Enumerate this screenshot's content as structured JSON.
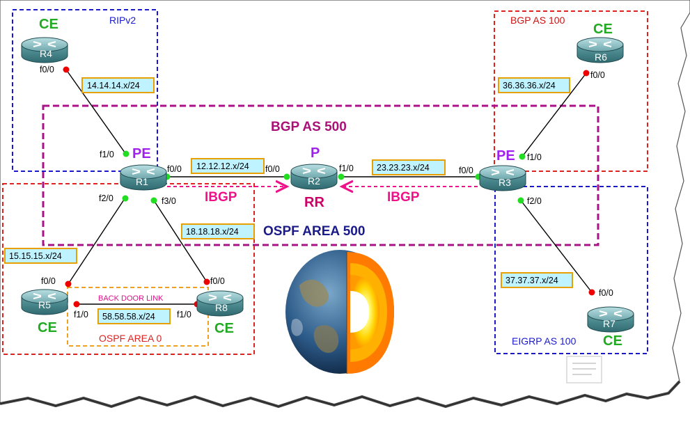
{
  "regions": {
    "ripv2": "RIPv2",
    "bgp_as_100": "BGP AS 100",
    "bgp_as_500": "BGP AS 500",
    "ospf_area_500": "OSPF AREA 500",
    "ospf_area_0": "OSPF AREA 0",
    "eigrp_as_100": "EIGRP AS 100",
    "back_door_link": "BACK DOOR LINK"
  },
  "routers": {
    "r1": {
      "name": "R1",
      "role": "PE"
    },
    "r2": {
      "name": "R2",
      "role": "P",
      "role2": "RR"
    },
    "r3": {
      "name": "R3",
      "role": "PE"
    },
    "r4": {
      "name": "R4",
      "role": "CE"
    },
    "r5": {
      "name": "R5",
      "role": "CE"
    },
    "r6": {
      "name": "R6",
      "role": "CE"
    },
    "r7": {
      "name": "R7",
      "role": "CE"
    },
    "r8": {
      "name": "R8",
      "role": "CE"
    }
  },
  "networks": {
    "r1_r4": "14.14.14.x/24",
    "r1_r2": "12.12.12.x/24",
    "r2_r3": "23.23.23.x/24",
    "r3_r6": "36.36.36.x/24",
    "r1_r8": "18.18.18.x/24",
    "r1_r5": "15.15.15.x/24",
    "r5_r8": "58.58.58.x/24",
    "r3_r7": "37.37.37.x/24"
  },
  "interfaces": {
    "r4_f00": "f0/0",
    "r1_f10": "f1/0",
    "r1_f00": "f0/0",
    "r1_f20": "f2/0",
    "r1_f30": "f3/0",
    "r2_f00": "f0/0",
    "r2_f10": "f1/0",
    "r3_f00": "f0/0",
    "r3_f10": "f1/0",
    "r3_f20": "f2/0",
    "r6_f00": "f0/0",
    "r7_f00": "f0/0",
    "r5_f00": "f0/0",
    "r5_f10": "f1/0",
    "r8_f00": "f0/0",
    "r8_f10": "f1/0"
  },
  "sessions": {
    "ibgp_left": "IBGP",
    "ibgp_right": "IBGP"
  },
  "colors": {
    "blue_border": "#1a1acc",
    "red_border": "#dd2222",
    "purple_border": "#aa1188",
    "orange_border": "#f0a020",
    "label_fill": "#bff3ff",
    "label_border": "#e8a000",
    "ce_green": "#22aa22",
    "pe_purple": "#a020f0",
    "ibgp_pink": "#ee1188",
    "router_teal": "#4f8f94"
  }
}
